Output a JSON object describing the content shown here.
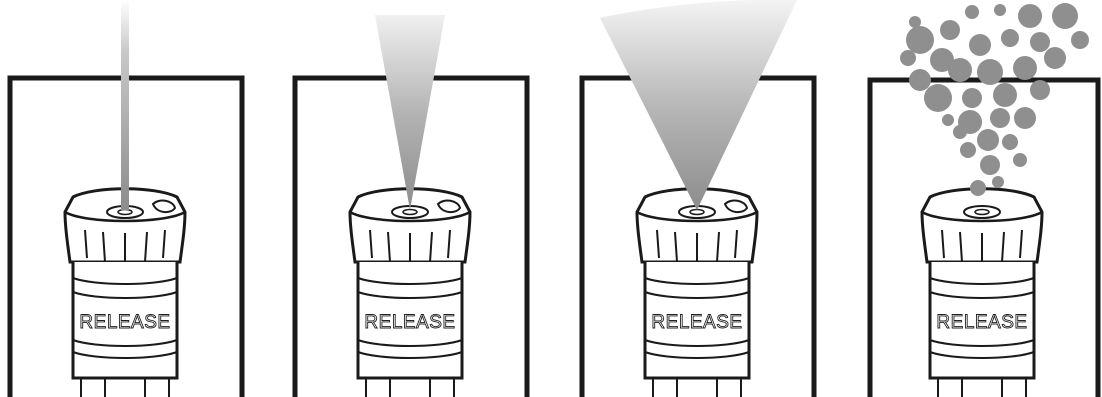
{
  "figure": {
    "panels": [
      {
        "spray_pattern": "stream",
        "release_label": "RELEASE"
      },
      {
        "spray_pattern": "narrow-cone",
        "release_label": "RELEASE"
      },
      {
        "spray_pattern": "wide-cone",
        "release_label": "RELEASE"
      },
      {
        "spray_pattern": "mist",
        "release_label": "RELEASE"
      }
    ],
    "colors": {
      "outline": "#1a1a1a",
      "spray_gray": "#8c8c8c",
      "mist_drop": "#8f8f8f",
      "background": "#ffffff"
    }
  }
}
